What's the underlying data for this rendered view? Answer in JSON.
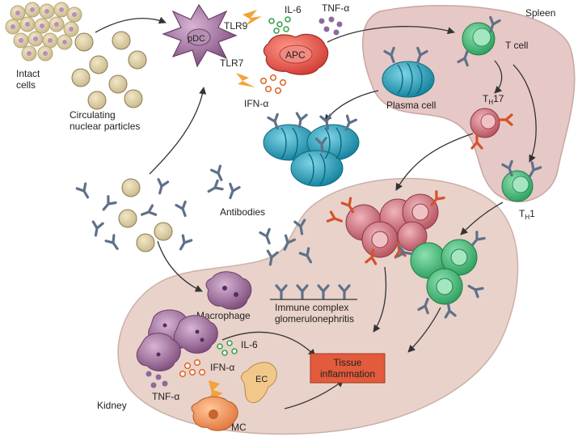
{
  "labels": {
    "intact_cells": [
      "Intact",
      "cells"
    ],
    "circulating": [
      "Circulating",
      "nuclear particles"
    ],
    "pdc": "pDC",
    "tlr9": "TLR9",
    "tlr7": "TLR7",
    "il6_top": "IL-6",
    "tnfa_top": "TNF-α",
    "apc": "APC",
    "ifna_top": "IFN-α",
    "spleen": "Spleen",
    "tcell": "T cell",
    "plasma_cell": "Plasma cell",
    "th17_main": "T",
    "th17_sub": "H",
    "th17_num": "17",
    "th1_main": "T",
    "th1_sub": "H",
    "th1_num": "1",
    "antibodies": "Antibodies",
    "immune_complex": [
      "Immune complex",
      "glomerulonephritis"
    ],
    "macrophage": "Macrophage",
    "il6_kidney": "IL-6",
    "ifna_kidney": "IFN-α",
    "tissue_inflammation": [
      "Tissue",
      "inflammation"
    ],
    "ec": "EC",
    "kidney": "Kidney",
    "tnfa_kidney": "TNF-α",
    "mc": "MC"
  },
  "colors": {
    "spleen_fill": "#e6c8c6",
    "kidney_fill": "#e8d2ca",
    "tcell_green": "#3db774",
    "plasma_blue": "#1aa3c0",
    "th17_red": "#c46a73",
    "pdc_purple": "#8e5b8a",
    "apc_red": "#e0453f",
    "antibody_blue": "#5f7188",
    "antibody_red": "#d4522d",
    "inflammation_fill": "#e25b3c"
  }
}
